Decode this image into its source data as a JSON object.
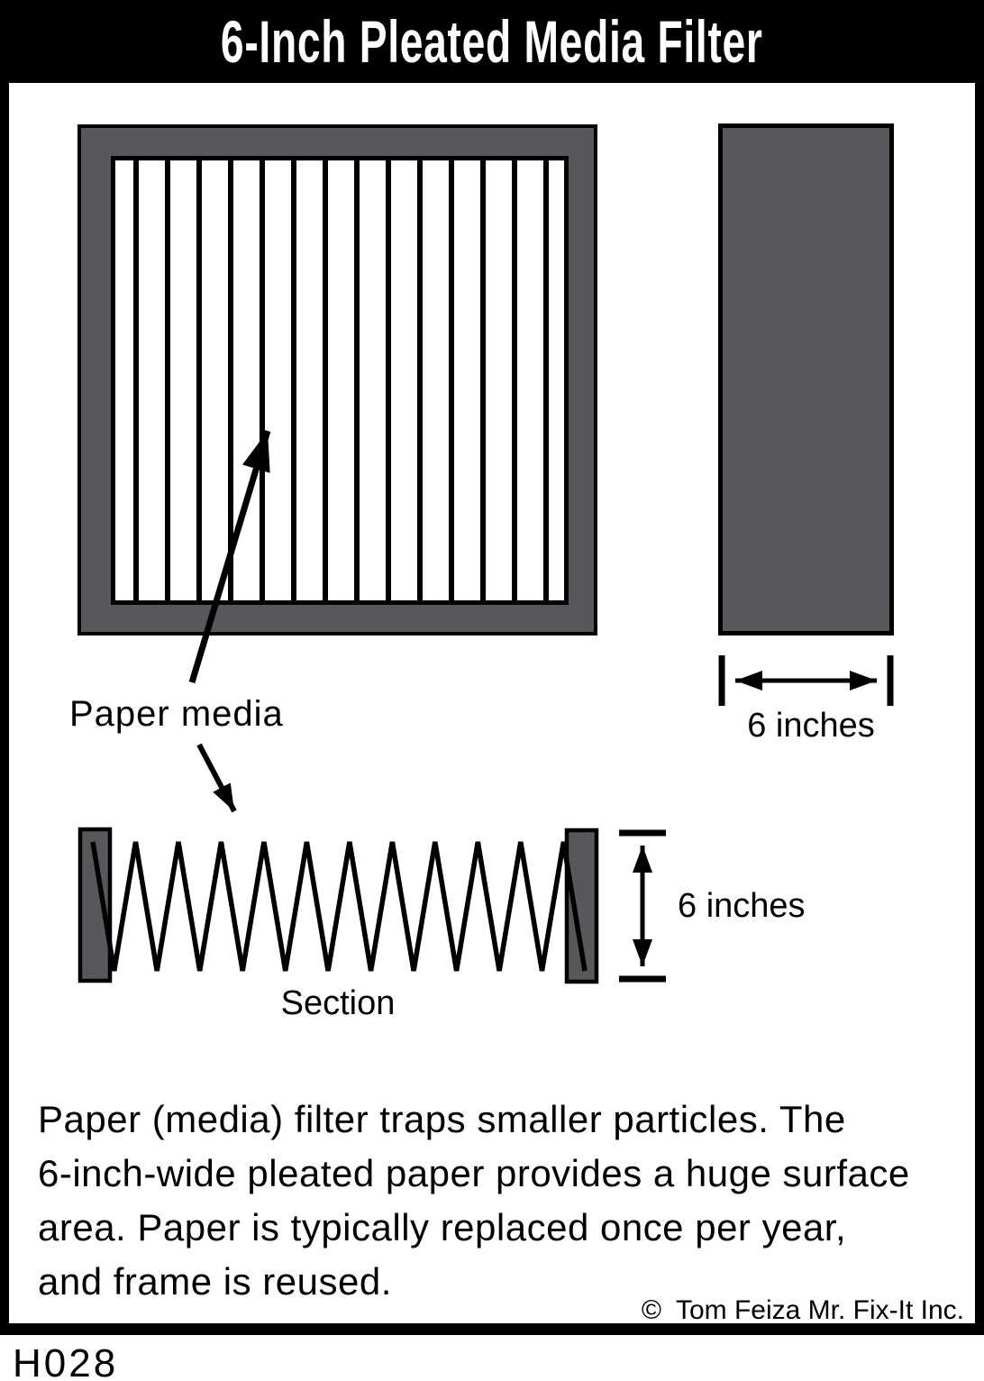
{
  "title": "6-Inch Pleated Media Filter",
  "diagram": {
    "paper_media_label": "Paper media",
    "section_label": "Section",
    "side_width_label": "6 inches",
    "section_depth_label": "6 inches"
  },
  "description": {
    "lines": [
      "Paper (media) filter traps smaller particles. The",
      "6-inch-wide pleated paper provides a huge surface",
      "area. Paper is typically replaced once per year,",
      "and frame is reused."
    ]
  },
  "footer": {
    "copyright_symbol": "©",
    "copyright_text": "Tom Feiza Mr. Fix-It Inc.",
    "drawing_code": "H028"
  },
  "colors": {
    "ink": "#000000",
    "frame_gray": "#58585A",
    "paper_white": "#FFFFFF",
    "title_text": "#FFFFFF"
  }
}
